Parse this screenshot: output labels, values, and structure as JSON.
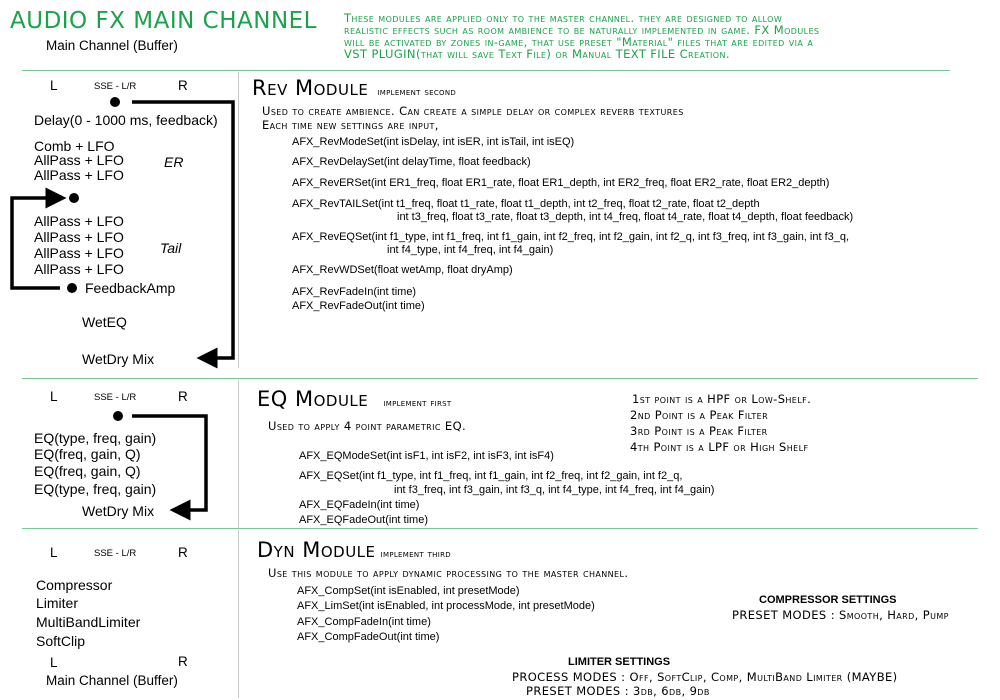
{
  "header": {
    "title": "AUDIO FX MAIN CHANNEL",
    "subtitle": "Main Channel (Buffer)",
    "note_lines": [
      "These modules are applied only to the master channel.  they are designed to allow",
      "realistic effects such as room ambience to be naturally implemented in game. FX Modules",
      "will be activated by zones in-game, that use preset \"Material\" files that are edited via a",
      "VST PLUGIN(that will save Text File) or Manual TEXT FILE Creation."
    ]
  },
  "rev": {
    "left": "L",
    "sse": "SSE - L/R",
    "right": "R",
    "chain": {
      "delay": "Delay(0 - 1000 ms, feedback)",
      "comb": "Comb + LFO",
      "ap1": "AllPass + LFO",
      "ap2": "AllPass + LFO",
      "er": "ER",
      "tail_ap": [
        "AllPass + LFO",
        "AllPass + LFO",
        "AllPass + LFO",
        "AllPass + LFO"
      ],
      "tail": "Tail",
      "feedback": "FeedbackAmp",
      "weteq": "WetEQ",
      "wetdry": "WetDry Mix"
    },
    "heading": "Rev Module",
    "heading_sub": "implement second",
    "desc1": "Used to create ambience. Can create a simple delay or complex reverb textures",
    "desc2": "Each time new settings are input,",
    "funcs": [
      "AFX_RevModeSet(int isDelay, int isER, int isTail, int isEQ)",
      "AFX_RevDelaySet(int delayTime, float feedback)",
      "AFX_RevERSet(int ER1_freq, float ER1_rate, float ER1_depth, int ER2_freq, float ER2_rate, float ER2_depth)",
      "AFX_RevTAILSet(int t1_freq, float t1_rate, float t1_depth, int t2_freq, float t2_rate, float t2_depth",
      "int t3_freq, float t3_rate, float t3_depth, int t4_freq, float t4_rate, float t4_depth, float feedback)",
      "AFX_RevEQSet(int f1_type, int f1_freq, int f1_gain, int f2_freq, int f2_gain, int f2_q, int f3_freq, int f3_gain, int f3_q,",
      "int f4_type, int f4_freq, int f4_gain)",
      "AFX_RevWDSet(float wetAmp, float dryAmp)",
      "AFX_RevFadeIn(int time)",
      "AFX_RevFadeOut(int time)"
    ]
  },
  "eq": {
    "left": "L",
    "sse": "SSE - L/R",
    "right": "R",
    "chain": [
      "EQ(type, freq, gain)",
      "EQ(freq, gain, Q)",
      "EQ(freq, gain, Q)",
      "EQ(type, freq, gain)"
    ],
    "wetdry": "WetDry Mix",
    "heading": "EQ Module",
    "heading_sub": "implement first",
    "desc": "Used to apply 4 point parametric EQ.",
    "points": [
      "1st point is a HPF or Low-Shelf.",
      "2nd Point is a Peak Filter",
      "3rd Point is a Peak Filter",
      "4th Point is a LPF or High Shelf"
    ],
    "funcs": [
      "AFX_EQModeSet(int isF1, int isF2, int isF3, int isF4)",
      "AFX_EQSet(int f1_type, int f1_freq, int f1_gain, int f2_freq, int f2_gain, int f2_q,",
      "int f3_freq, int f3_gain, int f3_q, int f4_type, int f4_freq, int f4_gain)",
      "AFX_EQFadeIn(int time)",
      "AFX_EQFadeOut(int time)"
    ]
  },
  "dyn": {
    "left": "L",
    "sse": "SSE - L/R",
    "right": "R",
    "chain": [
      "Compressor",
      "Limiter",
      "MultiBandLimiter",
      "SoftClip"
    ],
    "out_left": "L",
    "out_right": "R",
    "out_label": "Main Channel (Buffer)",
    "heading": "Dyn Module",
    "heading_sub": "implement third",
    "desc": "Use this module to apply dynamic processing to the master channel.",
    "funcs": [
      "AFX_CompSet(int isEnabled, int presetMode)",
      "AFX_LimSet(int isEnabled, int processMode, int presetMode)",
      "AFX_CompFadeIn(int time)",
      "AFX_CompFadeOut(int time)"
    ],
    "comp_title": "COMPRESSOR SETTINGS",
    "comp_presets": "PRESET MODES : Smooth, Hard, Pump",
    "lim_title": "LIMITER SETTINGS",
    "lim_process": "PROCESS MODES : Off, SoftClip, Comp, MultiBand Limiter (MAYBE)",
    "lim_presets": "PRESET MODES : 3db, 6db, 9db"
  },
  "colors": {
    "accent": "#1aa34a",
    "divider": "#7ac79a"
  }
}
